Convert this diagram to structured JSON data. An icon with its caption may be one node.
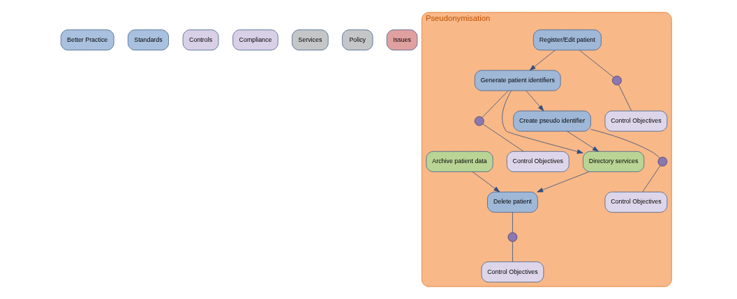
{
  "diagram": {
    "nodes": [
      {
        "text": [
          "Pseudonymisation"
        ]
      },
      {
        "text": [
          "Better Practice"
        ]
      },
      {
        "text": [
          "Standards"
        ]
      },
      {
        "text": [
          "Controls"
        ]
      },
      {
        "text": [
          "Compliance"
        ]
      },
      {
        "text": [
          "Services"
        ]
      },
      {
        "text": [
          "Policy"
        ]
      },
      {
        "text": [
          "Issues"
        ]
      },
      {
        "text": [
          "Register/Edit patient"
        ],
        "in": 0
      },
      {
        "text": [
          "Generate patient identifiers"
        ],
        "in": 0
      },
      {
        "text": [
          "Create pseudo identifier"
        ],
        "in": 0
      },
      {
        "text": [
          "Delete patient"
        ],
        "in": 0
      },
      {
        "text": [],
        "shape": "circle",
        "in": 0
      },
      {
        "text": [],
        "shape": "circle",
        "in": 0
      },
      {
        "text": [],
        "shape": "circle",
        "in": 0
      },
      {
        "text": [],
        "shape": "circle",
        "in": 0
      },
      {
        "text": [
          "Control Objectives"
        ],
        "in": 0
      },
      {
        "text": [
          "Control Objectives"
        ],
        "in": 0
      },
      {
        "text": [
          "Control Objectives"
        ],
        "in": 0
      },
      {
        "text": [
          "Control Objectives"
        ],
        "in": 0
      },
      {
        "text": [
          "Directory services"
        ],
        "in": 0
      },
      {
        "text": [
          "Archive patient data"
        ],
        "in": 0
      }
    ],
    "edges": [
      {
        "from": 8,
        "to": 9,
        "arrow": "to"
      },
      {
        "from": 9,
        "to": 10,
        "arrow": "to"
      },
      {
        "from": 9,
        "to": 20,
        "arrow": "to"
      },
      {
        "from": 10,
        "to": 20,
        "arrow": "to"
      },
      {
        "from": 20,
        "to": 11,
        "arrow": "to"
      },
      {
        "from": 21,
        "to": 11,
        "arrow": "to"
      },
      {
        "from": 8,
        "to": 12,
        "arrow": "none"
      },
      {
        "from": 9,
        "to": 13,
        "arrow": "none"
      },
      {
        "from": 10,
        "to": 14,
        "arrow": "none"
      },
      {
        "from": 11,
        "to": 15,
        "arrow": "none"
      },
      {
        "from": 12,
        "to": 16,
        "arrow": "none"
      },
      {
        "from": 13,
        "to": 17,
        "arrow": "none"
      },
      {
        "from": 14,
        "to": 18,
        "arrow": "none"
      },
      {
        "from": 15,
        "to": 19,
        "arrow": "none"
      }
    ]
  }
}
